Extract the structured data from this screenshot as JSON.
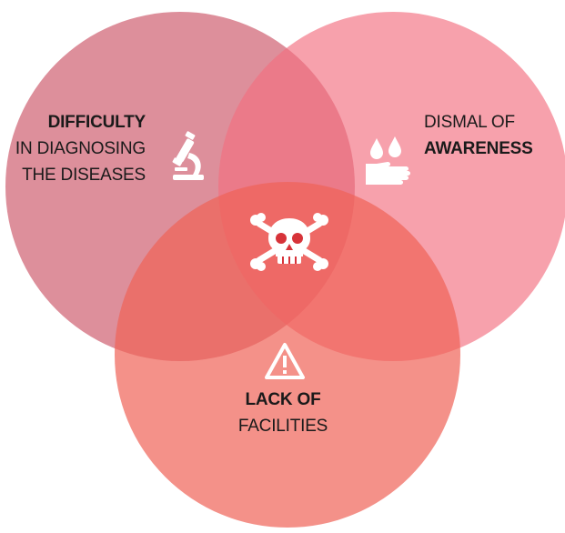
{
  "circles": {
    "top_left": {
      "color": "#d26a7a",
      "opacity": 0.75
    },
    "top_right": {
      "color": "#f26f80",
      "opacity": 0.65
    },
    "bottom": {
      "color": "#ef6257",
      "opacity": 0.7
    }
  },
  "labels": {
    "left": {
      "line1": "DIFFICULTY",
      "line2": "IN DIAGNOSING",
      "line3": "THE DISEASES"
    },
    "right": {
      "line1": "DISMAL OF",
      "line2": "AWARENESS"
    },
    "bottom": {
      "line1": "LACK OF",
      "line2": "FACILITIES"
    }
  },
  "icons": {
    "left": "microscope-icon",
    "right": "hand-washing-icon",
    "bottom": "warning-icon",
    "center": "skull-crossbones-icon"
  }
}
